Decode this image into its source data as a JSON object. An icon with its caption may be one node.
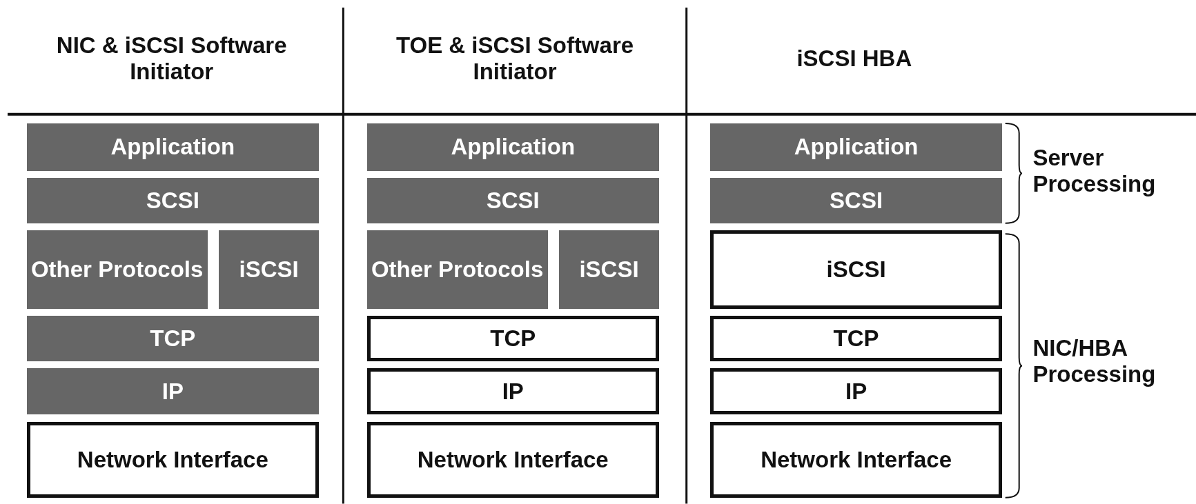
{
  "diagram": {
    "nodes": [
      {
        "text": [
          "Application"
        ]
      },
      {
        "text": [
          "SCSI"
        ]
      },
      {
        "text": [
          "Other Protocols"
        ]
      },
      {
        "text": [
          "iSCSI"
        ]
      },
      {
        "text": [
          "TCP"
        ]
      },
      {
        "text": [
          "IP"
        ]
      },
      {
        "text": [
          "Network Interface"
        ]
      },
      {
        "text": [
          "Application"
        ]
      },
      {
        "text": [
          "SCSI"
        ]
      },
      {
        "text": [
          "Other Protocols"
        ]
      },
      {
        "text": [
          "iSCSI"
        ]
      },
      {
        "text": [
          "TCP"
        ]
      },
      {
        "text": [
          "IP"
        ]
      },
      {
        "text": [
          "Network Interface"
        ]
      },
      {
        "text": [
          "Application"
        ]
      },
      {
        "text": [
          "SCSI"
        ]
      },
      {
        "text": [
          "iSCSI"
        ]
      },
      {
        "text": [
          "TCP"
        ]
      },
      {
        "text": [
          "IP"
        ]
      },
      {
        "text": [
          "Network Interface"
        ]
      }
    ],
    "labels": [
      "NIC & iSCSI Software Initiator",
      "TOE & iSCSI Software Initiator",
      "iSCSI HBA",
      "Server Processing",
      "NIC/HBA Processing"
    ]
  }
}
